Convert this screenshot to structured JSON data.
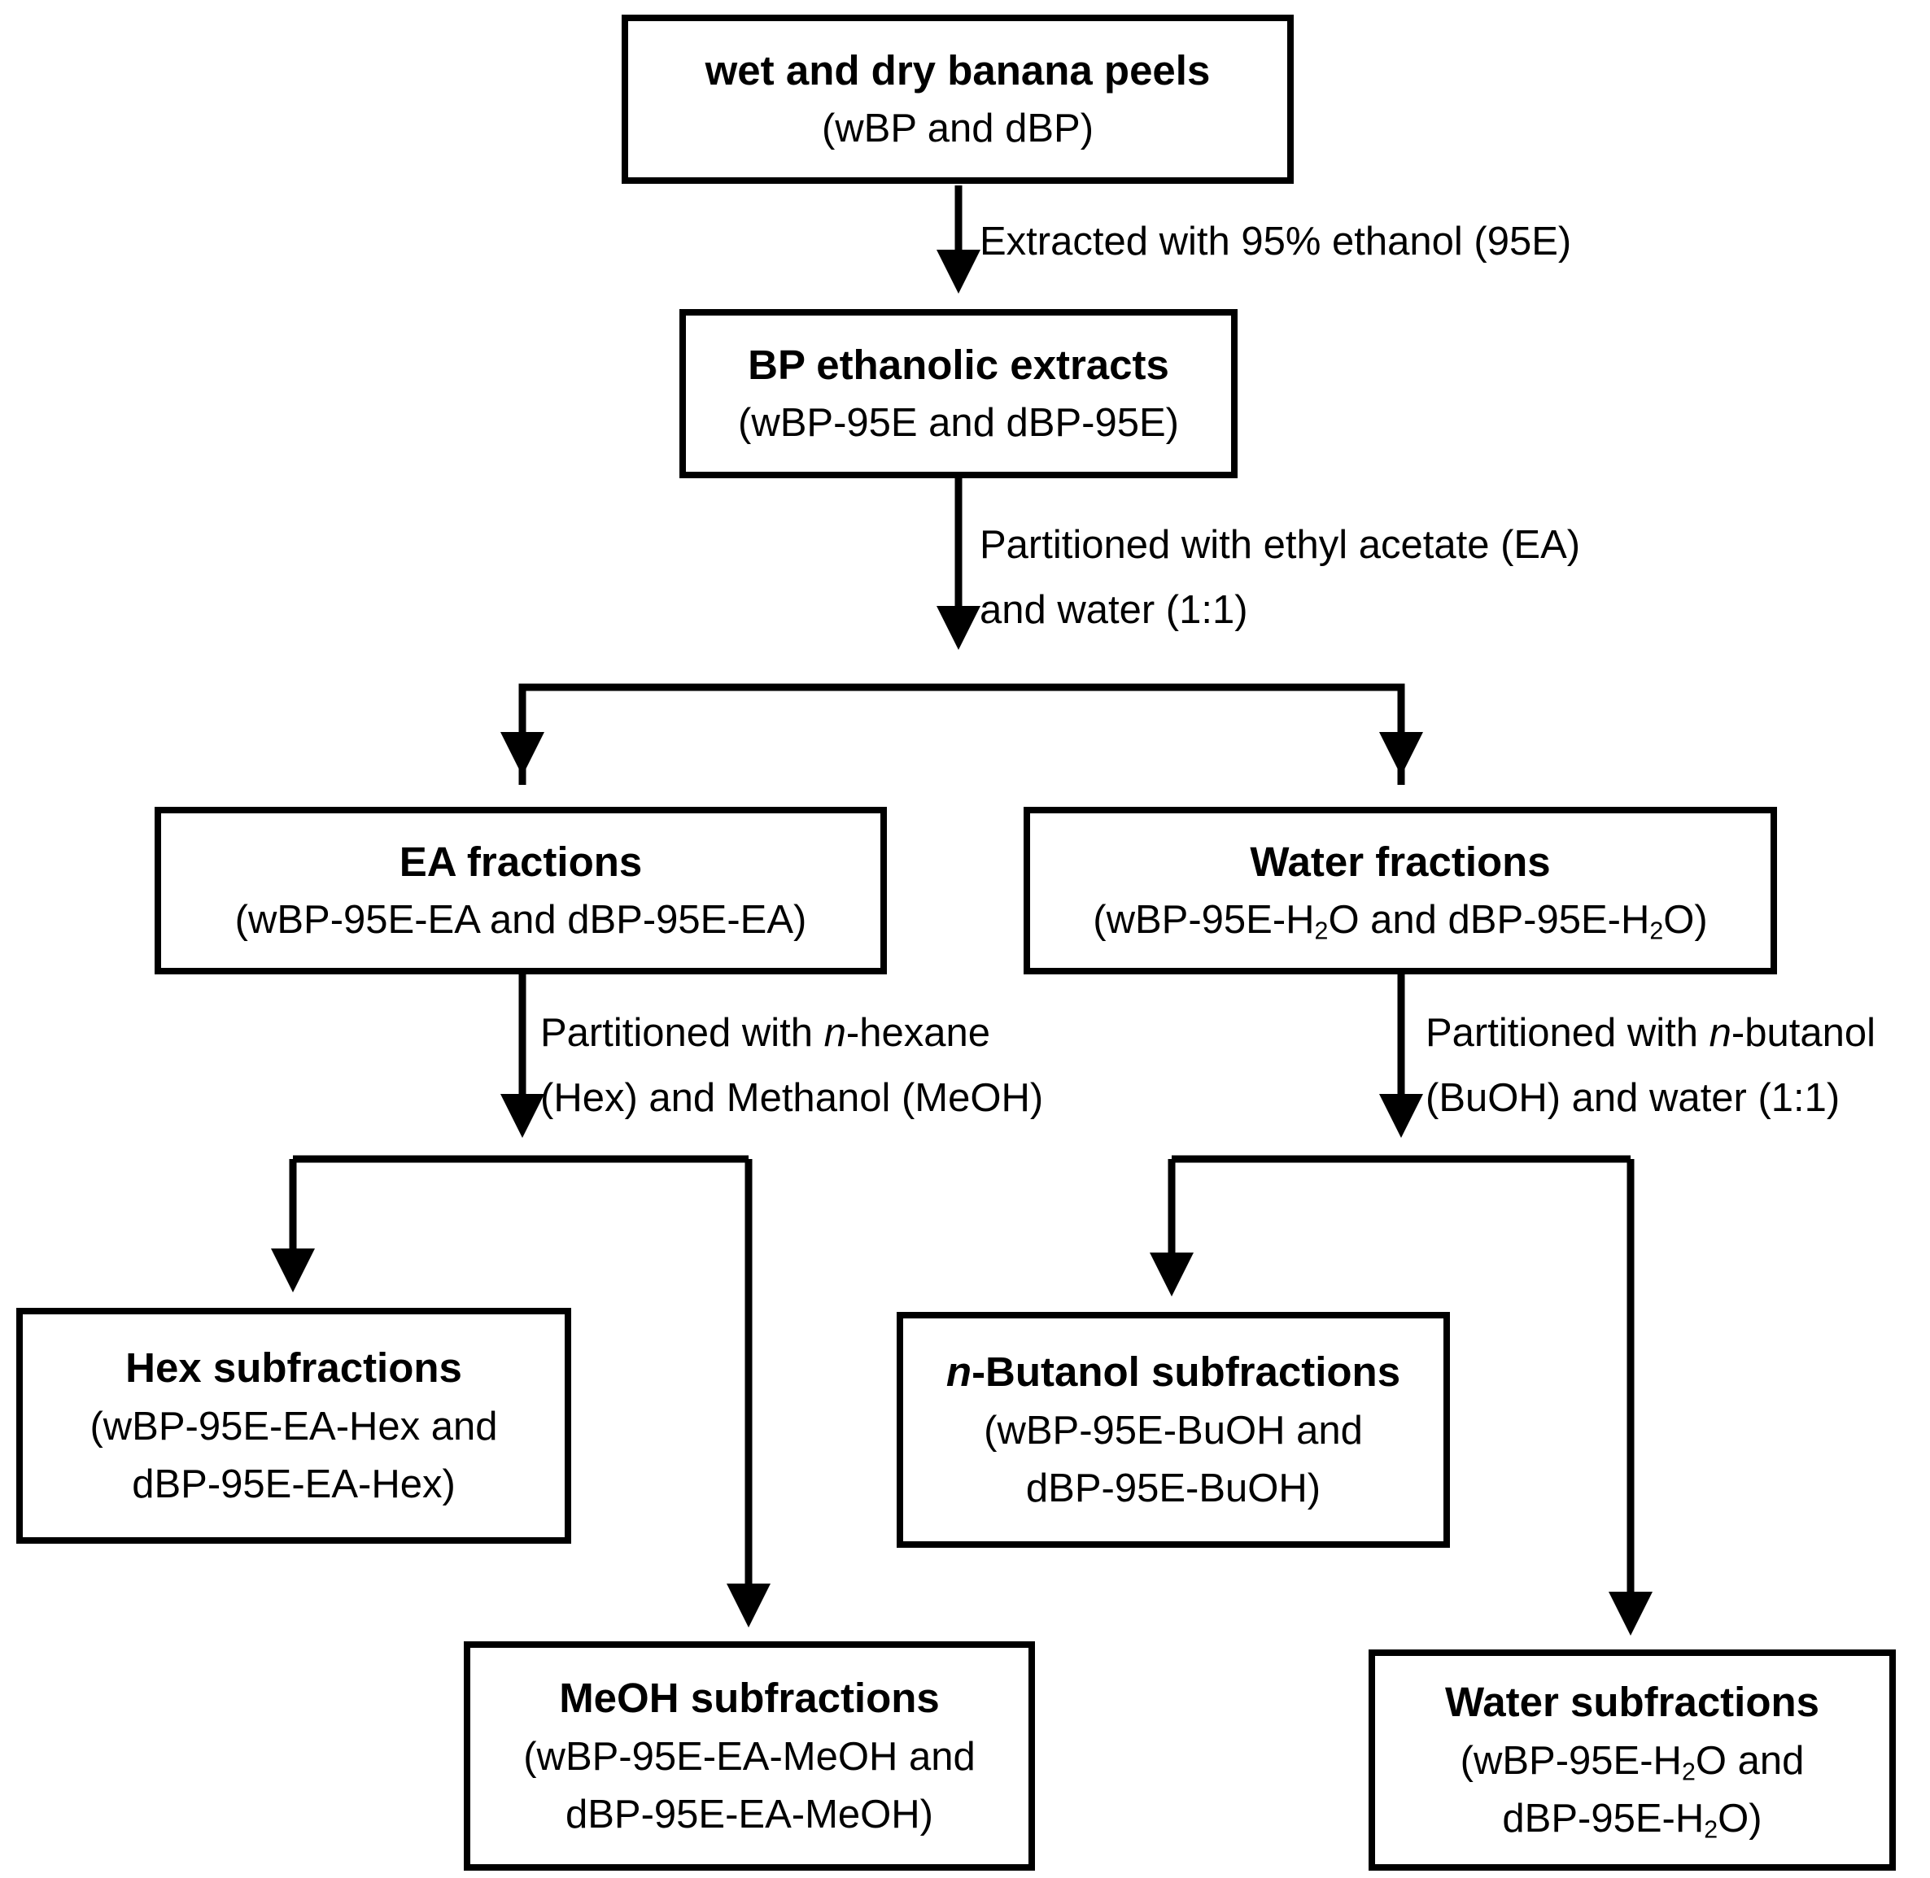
{
  "boxes": {
    "banana_peels": {
      "title": "wet and dry banana peels",
      "line1": "(wBP and dBP)"
    },
    "ethanolic_extracts": {
      "title": "BP ethanolic extracts",
      "line1": "(wBP-95E and dBP-95E)"
    },
    "ea_fractions": {
      "title": "EA fractions",
      "line1": "(wBP-95E-EA and dBP-95E-EA)"
    },
    "water_fractions": {
      "title": "Water fractions",
      "line1": {
        "a": "(wBP-95E-H",
        "b": "2",
        "c": "O and dBP-95E-H",
        "d": "2",
        "e": "O)"
      }
    },
    "hex_subfractions": {
      "title": "Hex subfractions",
      "line1": "(wBP-95E-EA-Hex and",
      "line2": "dBP-95E-EA-Hex)"
    },
    "meoh_subfractions": {
      "title": "MeOH subfractions",
      "line1": "(wBP-95E-EA-MeOH and",
      "line2": "dBP-95E-EA-MeOH)"
    },
    "butanol_subfractions": {
      "title_italic": "n",
      "title_rest": "-Butanol subfractions",
      "line1": "(wBP-95E-BuOH and",
      "line2": "dBP-95E-BuOH)"
    },
    "water_subfractions": {
      "title": "Water subfractions",
      "line1": {
        "a": "(wBP-95E-H",
        "b": "2",
        "c": "O and"
      },
      "line2": {
        "a": "dBP-95E-H",
        "b": "2",
        "c": "O)"
      }
    }
  },
  "notes": {
    "extraction": {
      "line1": "Extracted with 95% ethanol (95E)"
    },
    "partition_ea": {
      "line1": "Partitioned with ethyl acetate (EA)",
      "line2": "and water (1:1)"
    },
    "partition_hex": {
      "line1_a": "Partitioned with ",
      "line1_i": "n",
      "line1_b": "-hexane",
      "line2": "(Hex) and Methanol (MeOH)"
    },
    "partition_butanol": {
      "line1_a": "Partitioned with ",
      "line1_i": "n",
      "line1_b": "-butanol",
      "line2": "(BuOH) and water (1:1)"
    }
  }
}
